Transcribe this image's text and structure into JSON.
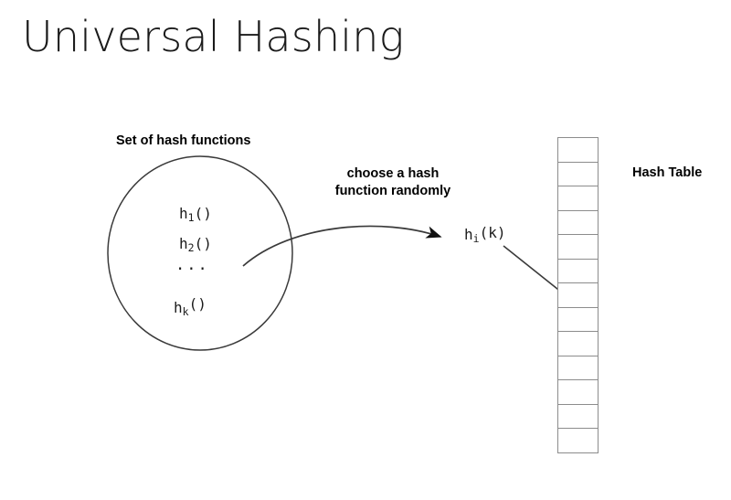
{
  "slide": {
    "title": "Universal Hashing",
    "background_color": "#ffffff",
    "text_color": "#000000"
  },
  "diagram": {
    "set_label": "Set of hash functions",
    "functions": [
      {
        "base": "h",
        "sub": "1",
        "call": "()"
      },
      {
        "base": "h",
        "sub": "2",
        "call": "()"
      },
      {
        "base": "h",
        "sub": "k",
        "call": "()"
      }
    ],
    "ellipsis": "...",
    "arrow_label_line1": "choose a hash",
    "arrow_label_line2": "function randomly",
    "selected_function": {
      "base": "h",
      "sub": "i",
      "arg": "(k)"
    },
    "hash_table_label": "Hash Table",
    "hash_table_cells": 13,
    "stroke_color": "#1b1b1b",
    "table_border_color": "#8c8c8c"
  }
}
